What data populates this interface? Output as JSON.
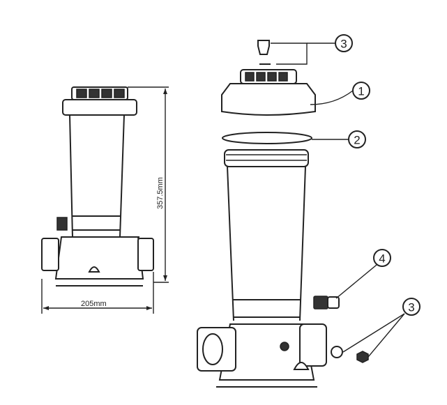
{
  "dimensions": {
    "height": "357.5mm",
    "width": "205mm"
  },
  "callouts": [
    {
      "label": "3",
      "part": "plug-and-washer"
    },
    {
      "label": "1",
      "part": "cap"
    },
    {
      "label": "2",
      "part": "o-ring"
    },
    {
      "label": "4",
      "part": "valve"
    },
    {
      "label": "3",
      "part": "plug-and-washer-bottom"
    }
  ]
}
